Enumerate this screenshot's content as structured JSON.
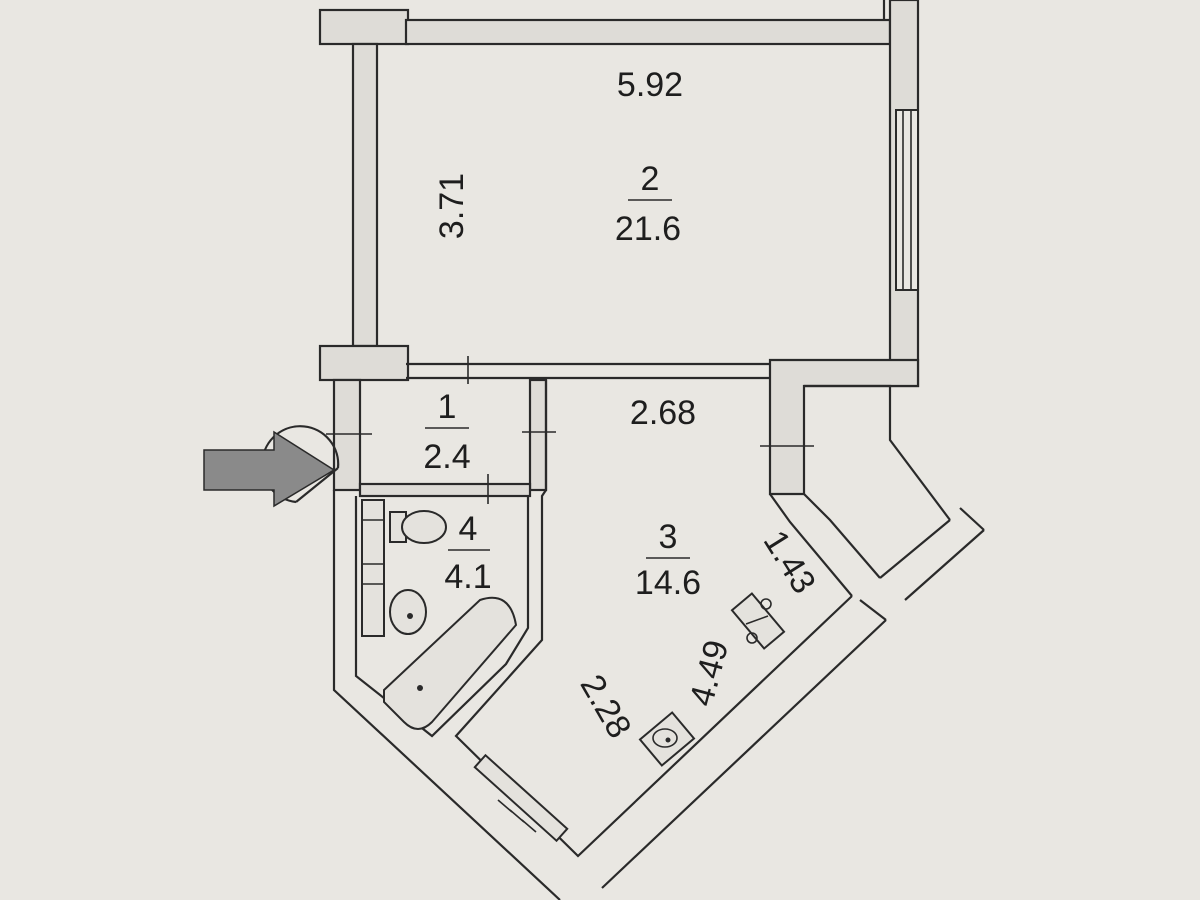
{
  "rooms": [
    {
      "number": "2",
      "area": "21.6"
    },
    {
      "number": "1",
      "area": "2.4"
    },
    {
      "number": "4",
      "area": "4.1"
    },
    {
      "number": "3",
      "area": "14.6"
    }
  ],
  "dimensions": {
    "room2_width": "5.92",
    "room2_depth": "3.71",
    "room3_top": "2.68",
    "room3_right": "1.43",
    "room3_diagonal": "4.49",
    "room3_left": "2.28"
  },
  "colors": {
    "paper": "#e9e7e2",
    "line": "#2a2a2a",
    "entrance_arrow": "#8a8a8a"
  },
  "icons": [
    "entrance-arrow-icon",
    "toilet-icon",
    "washbasin-icon",
    "bathtub-icon",
    "stove-icon",
    "kitchen-sink-icon"
  ]
}
